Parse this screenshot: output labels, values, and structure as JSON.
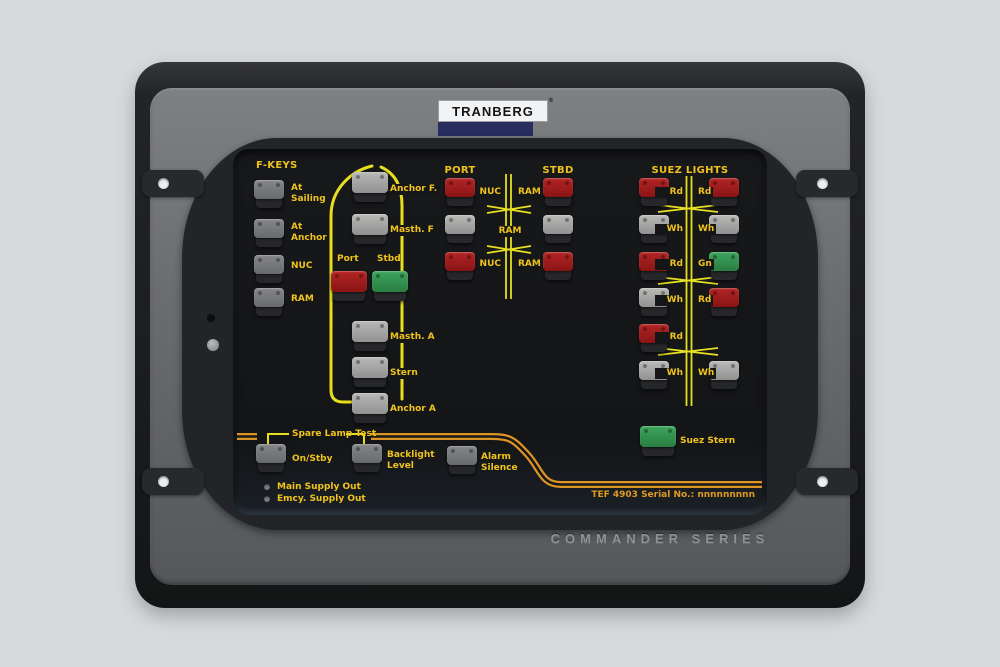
{
  "brand": {
    "name": "TRANBERG",
    "registered": "®"
  },
  "fkeys": {
    "title": "F-KEYS",
    "items": [
      {
        "label": "At Sailing"
      },
      {
        "label": "At Anchor"
      },
      {
        "label": "NUC"
      },
      {
        "label": "RAM"
      }
    ]
  },
  "boat": {
    "anchor_f": "Anchor F.",
    "masth_f": "Masth. F",
    "port": "Port",
    "stbd": "Stbd",
    "masth_a": "Masth. A",
    "stern": "Stern",
    "anchor_a": "Anchor A"
  },
  "center_mast": {
    "port_title": "PORT",
    "stbd_title": "STBD",
    "top_left": "NUC",
    "top_right": "RAM",
    "middle": "RAM",
    "bottom_left": "NUC",
    "bottom_right": "RAM"
  },
  "suez": {
    "title": "SUEZ LIGHTS",
    "rows": [
      {
        "left": "Rd",
        "right": "Rd",
        "left_color": "red",
        "right_color": "red"
      },
      {
        "left": "Wh",
        "right": "Wh",
        "left_color": "white",
        "right_color": "white"
      },
      {
        "left": "Rd",
        "right": "Gn",
        "left_color": "red",
        "right_color": "green"
      },
      {
        "left": "Wh",
        "right": "Rd",
        "left_color": "white",
        "right_color": "red"
      },
      {
        "left": "Rd",
        "right": "",
        "left_color": "red",
        "right_color": "none"
      },
      {
        "left": "Wh",
        "right": "Wh",
        "left_color": "white",
        "right_color": "white"
      }
    ],
    "stern": "Suez Stern"
  },
  "controls": {
    "spare_lamp_test": "Spare Lamp Test",
    "on_stby": "On/Stby",
    "backlight": "Backlight Level",
    "alarm": "Alarm Silence"
  },
  "status": {
    "main_supply": "Main Supply Out",
    "emcy_supply": "Emcy. Supply Out"
  },
  "serial": {
    "text": "TEF 4903 Serial No.: nnnnnnnnn"
  },
  "footer": {
    "series": "COMMANDER SERIES"
  },
  "colors": {
    "label_yellow": "#f0c31c",
    "line_yellow": "#e6df20",
    "line_orange": "#dd9422",
    "red": "#a81e1e",
    "green": "#35984f",
    "navy": "#272d5f",
    "bezel_gray": "#6b6d70"
  }
}
